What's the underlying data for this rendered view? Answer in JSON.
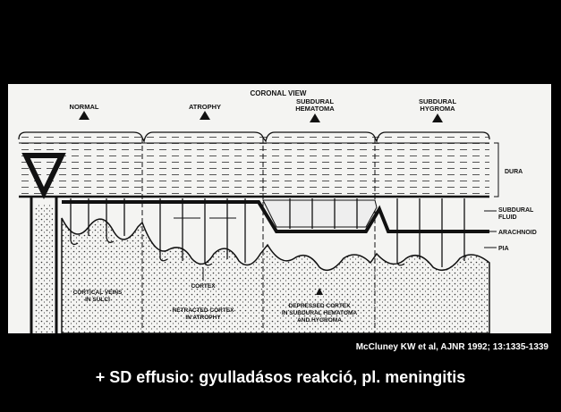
{
  "diagram": {
    "title": "CORONAL VIEW",
    "panels": [
      {
        "label_lines": [
          "NORMAL"
        ]
      },
      {
        "label_lines": [
          "ATROPHY"
        ]
      },
      {
        "label_lines": [
          "SUBDURAL",
          "HEMATOMA"
        ]
      },
      {
        "label_lines": [
          "SUBDURAL",
          "HYGROMA"
        ]
      }
    ],
    "side_labels": {
      "dura": "DURA",
      "subdural_fluid": [
        "SUBDURAL",
        "FLUID"
      ],
      "arachnoid": "ARACHNOID",
      "pia": "PIA"
    },
    "bottom_labels": {
      "cortical_veins": [
        "CORTICAL VEINS",
        "IN SULCI"
      ],
      "cortex": "CORTEX",
      "retracted": [
        "RETRACTED CORTEX",
        "IN ATROPHY"
      ],
      "depressed": [
        "DEPRESSED CORTEX",
        "IN SUBDURAL HEMATOMA",
        "AND HYGROMA"
      ]
    }
  },
  "citation": "McCluney KW et al, AJNR 1992; 13:1335-1339",
  "caption": "+ SD effusio: gyulladásos reakció, pl. meningitis"
}
